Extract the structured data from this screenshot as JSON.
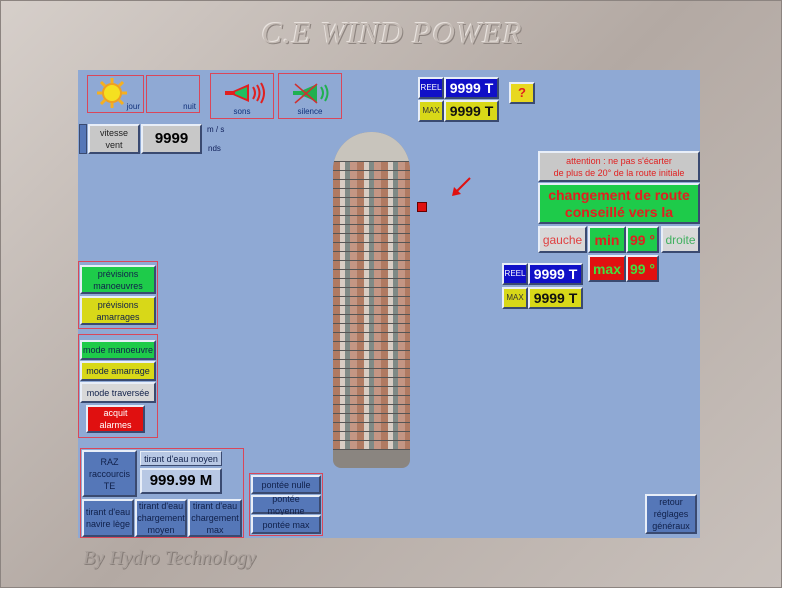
{
  "title": "C.E WIND POWER",
  "footer": "By Hydro Technology",
  "top_buttons": {
    "jour": "jour",
    "nuit": "nuit",
    "sons": "sons",
    "silence": "silence"
  },
  "wind": {
    "label_line1": "vitesse",
    "label_line2": "vent",
    "value": "9999",
    "unit_ms": "m / s",
    "unit_nds": "nds"
  },
  "load_top": {
    "reel_label": "REEL",
    "reel_value": "9999 T",
    "max_label": "MAX",
    "max_value": "9999 T"
  },
  "help": "?",
  "load_right": {
    "reel_label": "REEL",
    "reel_value": "9999 T",
    "max_label": "MAX",
    "max_value": "9999 T"
  },
  "route": {
    "warning_line1": "attention : ne pas s'écarter",
    "warning_line2": "de plus de 20° de la route initiale",
    "change_line1": "changement de route",
    "change_line2": "conseillé vers la",
    "gauche": "gauche",
    "min": "min",
    "min_value": "99 °",
    "droite": "droite",
    "max": "max",
    "max_value": "99 °"
  },
  "forecast": {
    "manoeuvres": "prévisions manoeuvres",
    "amarrages": "prévisions amarrages"
  },
  "modes": {
    "manoeuvre": "mode manoeuvre",
    "amarrage": "mode amarrage",
    "traversee": "mode traversée",
    "alarmes": "acquit alarmes"
  },
  "draft": {
    "raz": "RAZ raccourcis TE",
    "label": "tirant d'eau moyen",
    "value": "999.99 M",
    "lege": "tirant d'eau navire lège",
    "moyen": "tirant d'eau chargement moyen",
    "max": "tirant d'eau chargement max"
  },
  "pontee": {
    "nulle": "pontée nulle",
    "moyenne": "pontée moyenne",
    "max": "pontée max"
  },
  "retour": "retour réglages généraux",
  "colors": {
    "panel": "#8fa9d4",
    "green": "#1ecb4a",
    "yellow": "#d8d818",
    "red": "#e01010",
    "blue": "#1010c8"
  }
}
